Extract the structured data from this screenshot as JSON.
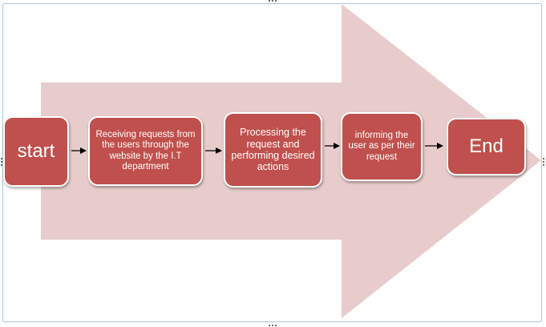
{
  "diagram": {
    "steps": [
      {
        "label": "start"
      },
      {
        "label": "Receiving requests from the users through the website by the I.T department"
      },
      {
        "label": "Processing the request and performing desired actions"
      },
      {
        "label": "informing the user as per their request"
      },
      {
        "label": "End"
      }
    ]
  },
  "colors": {
    "step_fill": "#c0504d",
    "background_arrow": "#e8cccc",
    "frame_border": "#a9c7dc",
    "connector": "#000000"
  }
}
